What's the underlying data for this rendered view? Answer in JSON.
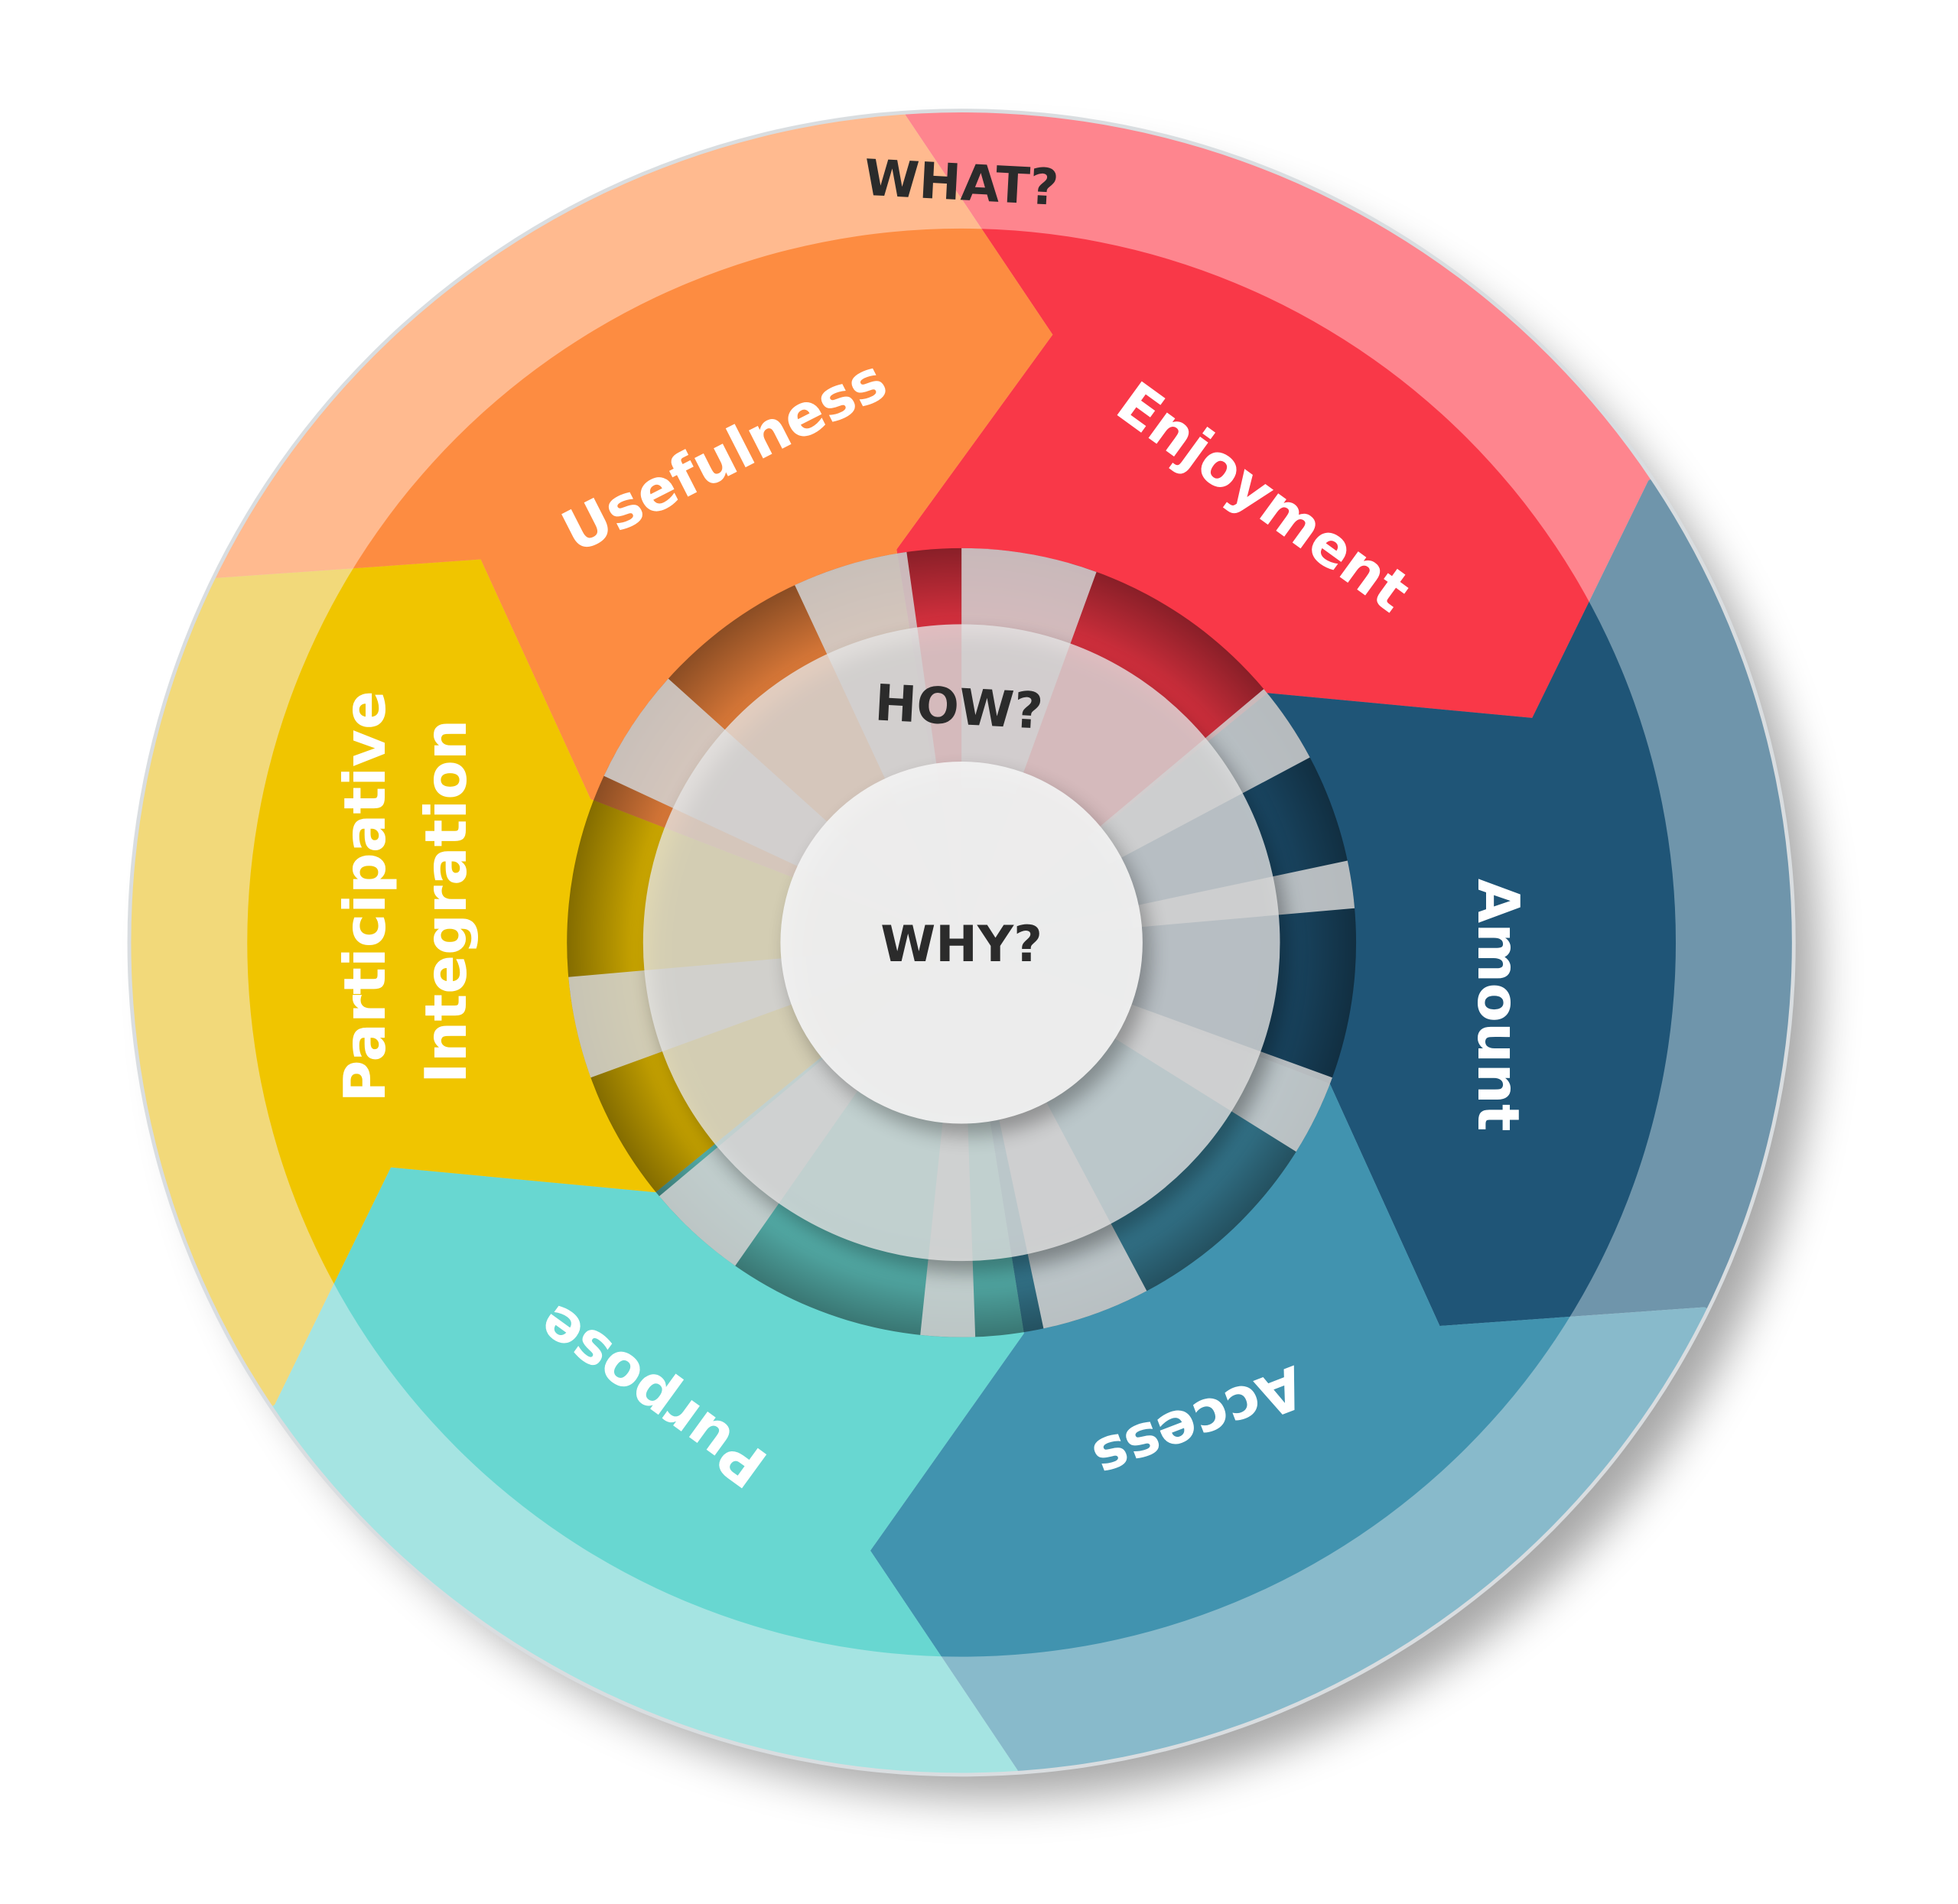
{
  "title_outer": "WHAT?",
  "title_middle": "HOW?",
  "title_center": "WHY?",
  "segments": [
    {
      "label": "Enjoyment",
      "color": "#F93848",
      "light": "#FE858E"
    },
    {
      "label": "Amount",
      "color": "#1F5577",
      "light": "#6F95AB"
    },
    {
      "label": "Access",
      "color": "#4193AF",
      "light": "#88BACB"
    },
    {
      "label": "Purpose",
      "color": "#68D7D1",
      "light": "#A5E4E2"
    },
    {
      "label": "Participative",
      "label2": "Integration",
      "color": "#F0C500",
      "light": "#F2D97A"
    },
    {
      "label": "Usefulness",
      "color": "#FD8C41",
      "light": "#FFBA8F"
    }
  ]
}
